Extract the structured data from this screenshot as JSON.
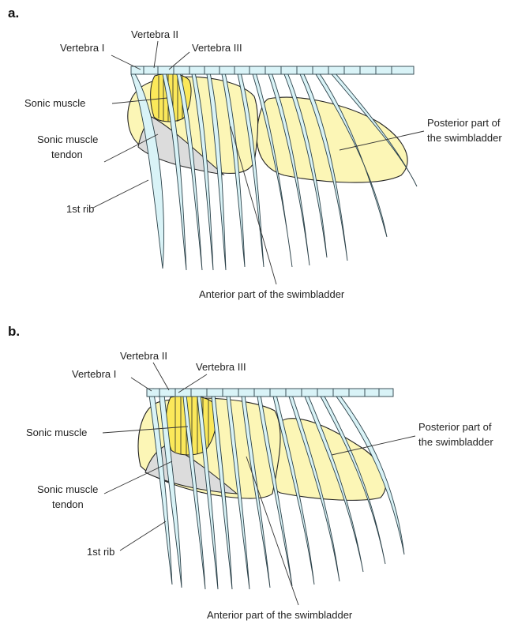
{
  "panels": [
    {
      "id": "a",
      "panel_label": "a.",
      "labels": {
        "vertebra_1": "Vertebra I",
        "vertebra_2": "Vertebra II",
        "vertebra_3": "Vertebra III",
        "sonic_muscle": "Sonic muscle",
        "sonic_muscle_tendon_l1": "Sonic muscle",
        "sonic_muscle_tendon_l2": "tendon",
        "first_rib": "1st rib",
        "posterior_l1": "Posterior part of",
        "posterior_l2": "the swimbladder",
        "anterior": "Anterior part of the swimbladder"
      }
    },
    {
      "id": "b",
      "panel_label": "b.",
      "labels": {
        "vertebra_1": "Vertebra I",
        "vertebra_2": "Vertebra II",
        "vertebra_3": "Vertebra III",
        "sonic_muscle": "Sonic muscle",
        "sonic_muscle_tendon_l1": "Sonic muscle",
        "sonic_muscle_tendon_l2": "tendon",
        "first_rib": "1st rib",
        "posterior_l1": "Posterior part of",
        "posterior_l2": "the swimbladder",
        "anterior": "Anterior part of the swimbladder"
      }
    }
  ],
  "colors": {
    "bladder_fill": "#fcf6b6",
    "muscle_fill": "#fbe85a",
    "tendon_fill": "#dcdcdc",
    "bone_fill": "#d9f3f7",
    "outline": "#222222"
  }
}
